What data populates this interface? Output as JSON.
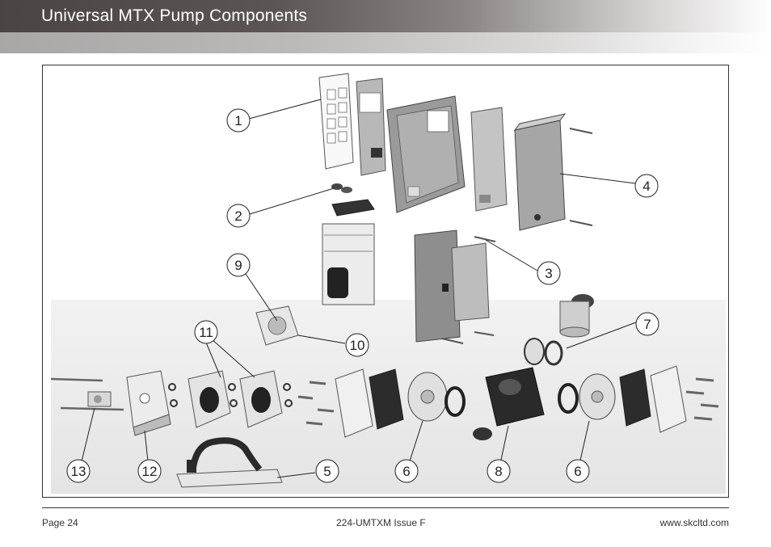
{
  "header": {
    "title": "Universal MTX Pump Components"
  },
  "diagram": {
    "callouts": [
      "1",
      "2",
      "3",
      "4",
      "5",
      "6",
      "6",
      "7",
      "8",
      "9",
      "10",
      "11",
      "12",
      "13"
    ]
  },
  "footer": {
    "page": "Page 24",
    "doc": "224-UMTXM Issue F",
    "url": "www.skcltd.com"
  }
}
